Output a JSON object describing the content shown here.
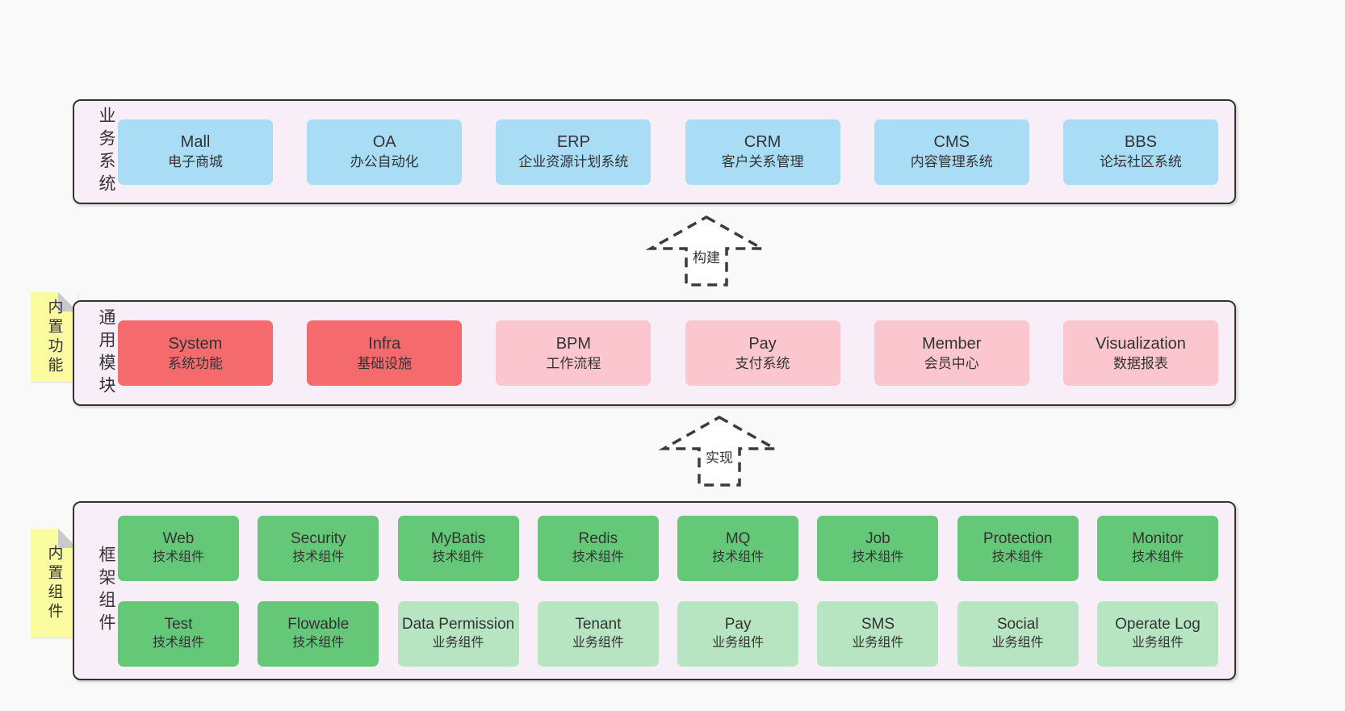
{
  "colors": {
    "page_bg": "#f9f9f9",
    "panel_bg": "#f8eef7",
    "panel_border": "#333333",
    "blue_box": "#a9dcf5",
    "red_box": "#f56b6d",
    "pink_box": "#fbc6ce",
    "green_box": "#64c878",
    "light_green_box": "#b7e5c1",
    "note_yellow": "#fbfba1",
    "note_fold_grey": "#c9c9c9",
    "text": "#333333"
  },
  "business": {
    "label": "业务系统",
    "items": [
      {
        "name": "Mall",
        "desc": "电子商城"
      },
      {
        "name": "OA",
        "desc": "办公自动化"
      },
      {
        "name": "ERP",
        "desc": "企业资源计划系统"
      },
      {
        "name": "CRM",
        "desc": "客户关系管理"
      },
      {
        "name": "CMS",
        "desc": "内容管理系统"
      },
      {
        "name": "BBS",
        "desc": "论坛社区系统"
      }
    ]
  },
  "arrow_build": {
    "label": "构建"
  },
  "modules": {
    "label": "通用模块",
    "note": "内置功能",
    "items": [
      {
        "name": "System",
        "desc": "系统功能"
      },
      {
        "name": "Infra",
        "desc": "基础设施"
      },
      {
        "name": "BPM",
        "desc": "工作流程"
      },
      {
        "name": "Pay",
        "desc": "支付系统"
      },
      {
        "name": "Member",
        "desc": "会员中心"
      },
      {
        "name": "Visualization",
        "desc": "数据报表"
      }
    ]
  },
  "arrow_implement": {
    "label": "实现"
  },
  "framework": {
    "label": "框架组件",
    "note": "内置组件",
    "row1": [
      {
        "name": "Web",
        "desc": "技术组件"
      },
      {
        "name": "Security",
        "desc": "技术组件"
      },
      {
        "name": "MyBatis",
        "desc": "技术组件"
      },
      {
        "name": "Redis",
        "desc": "技术组件"
      },
      {
        "name": "MQ",
        "desc": "技术组件"
      },
      {
        "name": "Job",
        "desc": "技术组件"
      },
      {
        "name": "Protection",
        "desc": "技术组件"
      },
      {
        "name": "Monitor",
        "desc": "技术组件"
      }
    ],
    "row2": [
      {
        "name": "Test",
        "desc": "技术组件"
      },
      {
        "name": "Flowable",
        "desc": "技术组件"
      },
      {
        "name": "Data Permission",
        "desc": "业务组件"
      },
      {
        "name": "Tenant",
        "desc": "业务组件"
      },
      {
        "name": "Pay",
        "desc": "业务组件"
      },
      {
        "name": "SMS",
        "desc": "业务组件"
      },
      {
        "name": "Social",
        "desc": "业务组件"
      },
      {
        "name": "Operate Log",
        "desc": "业务组件"
      }
    ]
  }
}
